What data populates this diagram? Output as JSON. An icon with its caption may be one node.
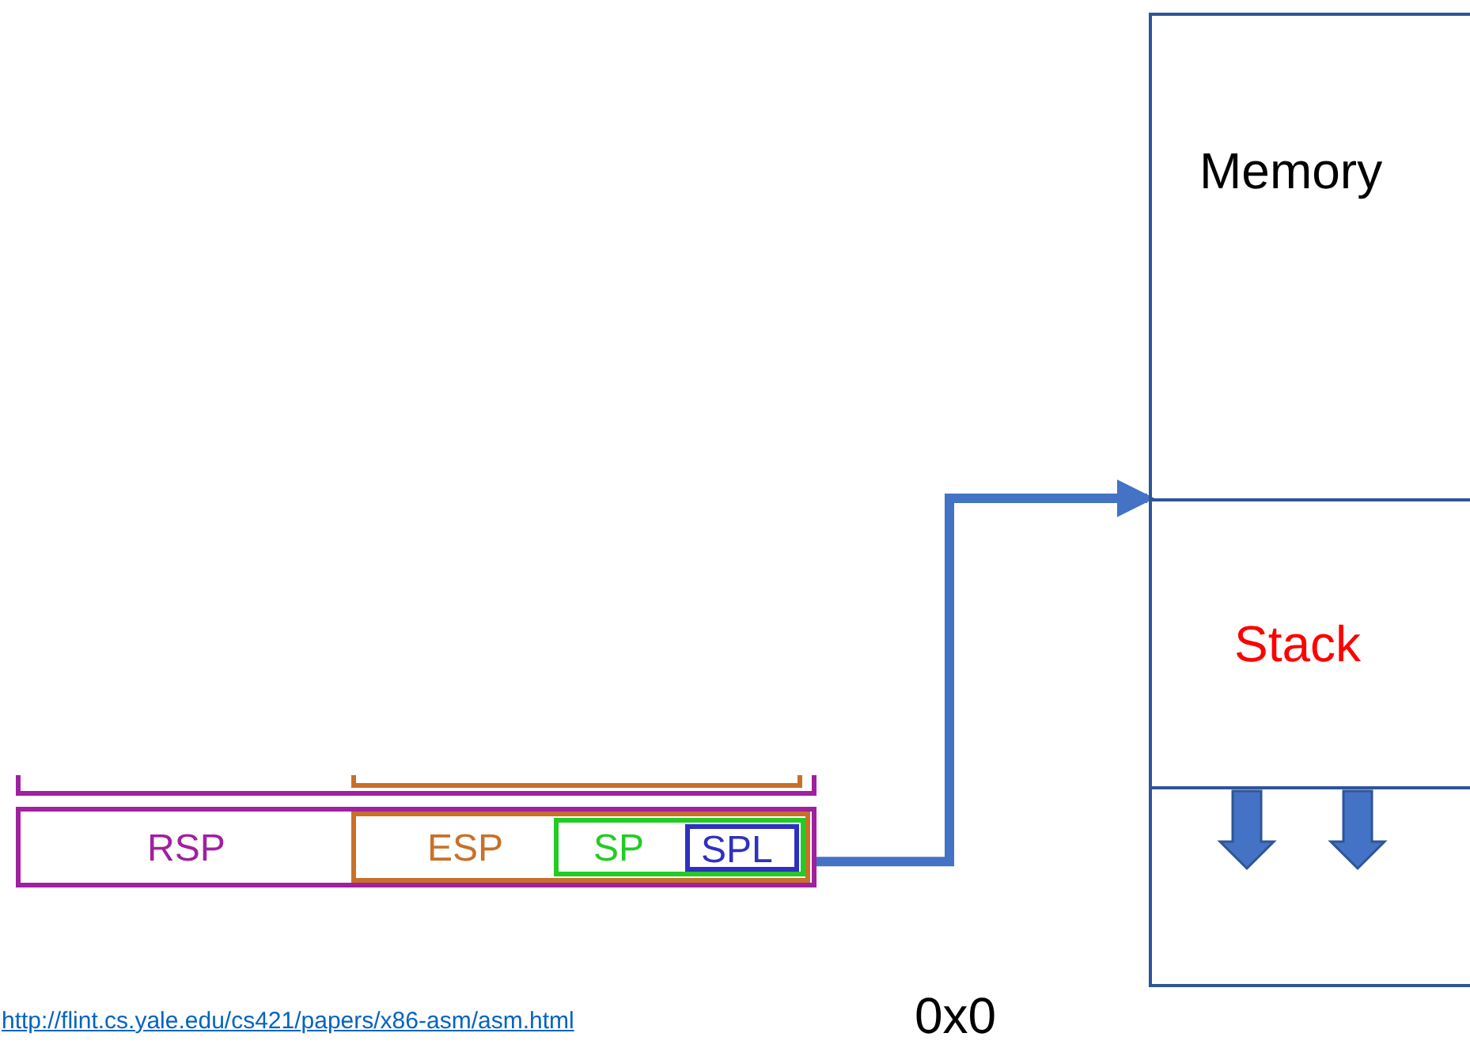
{
  "diagram": {
    "nodes": [
      {
        "text": [
          "Memory"
        ]
      },
      {
        "text": [
          "Stack"
        ]
      },
      {
        "text": [],
        "shape": "box"
      },
      {
        "text": [],
        "shape": "bar"
      },
      {
        "text": [
          "RSP"
        ]
      },
      {
        "text": [
          "ESP"
        ],
        "in": 4
      },
      {
        "text": [
          "SP"
        ],
        "in": 5
      },
      {
        "text": [
          "SPL"
        ],
        "in": 6
      }
    ],
    "edges": [
      {
        "from": 4,
        "to": 1,
        "arrow": "to"
      }
    ],
    "labels": [
      "http://flint.cs.yale.edu/cs421/papers/x86-asm/asm.html",
      "0x0"
    ]
  }
}
